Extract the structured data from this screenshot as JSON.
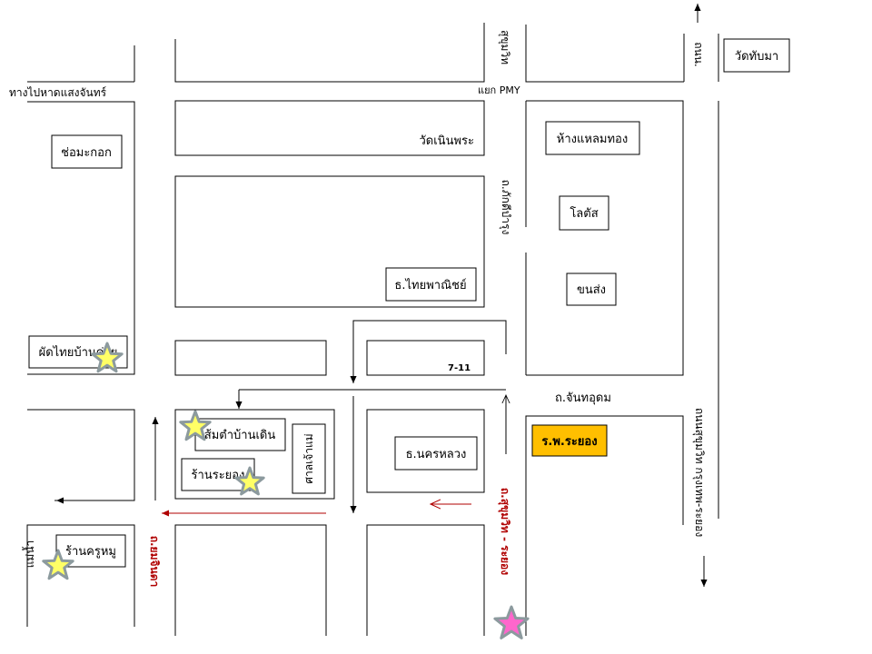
{
  "places": {
    "wat_thapma": "วัดทับมา",
    "to_beach": "ทางไปหาดแสงจันทร์",
    "pmy_junction": "แยก PMY",
    "wat_noen_phra": "วัดเนินพระ",
    "laemthong": "ห้างแหลมทอง",
    "chomkok": "ช่อมะกอก",
    "lotus": "โลตัส",
    "thai_panich": "ธ.ไทยพาณิชย์",
    "khonsong": "ขนส่ง",
    "padthai": "ผัดไทยบ้านค่าย",
    "seven_eleven": "7-11",
    "chan_udom_road": "ถ.จันทอุดม",
    "hospital": "ร.พ.ระยอง",
    "somtam": "ส้มตำบ้านเดิน",
    "shrine": "ศาลเจ้าแม่",
    "nakhonluang": "ธ.นครหลวง",
    "rayong_shop": "ร้านระยอง",
    "kruumoo": "ร้านครูหมู",
    "river": "แม่น้ำ"
  },
  "roads": {
    "top_center": "สุขุมวิท",
    "top_right": "ถนน.",
    "center_mid": "ถ.ภักดีบำรุง",
    "right_vertical": "ถนนสุขุมวิท กรุงเทพ-ระยอง",
    "center_bottom_red": "ถ.สุขุมวิท - ระยอง",
    "left_bottom_red": "ถ.ยมจินดา"
  },
  "colors": {
    "hospital_fill": "#FFBF00",
    "route_red": "#B00000",
    "star_yellow": "#FFFF66",
    "star_grey": "#8C9A9E",
    "star_pink": "#FF66CC"
  },
  "icons": {
    "favorite": "star-icon",
    "current_location": "star-pink-icon",
    "direction": "arrow-icon"
  }
}
